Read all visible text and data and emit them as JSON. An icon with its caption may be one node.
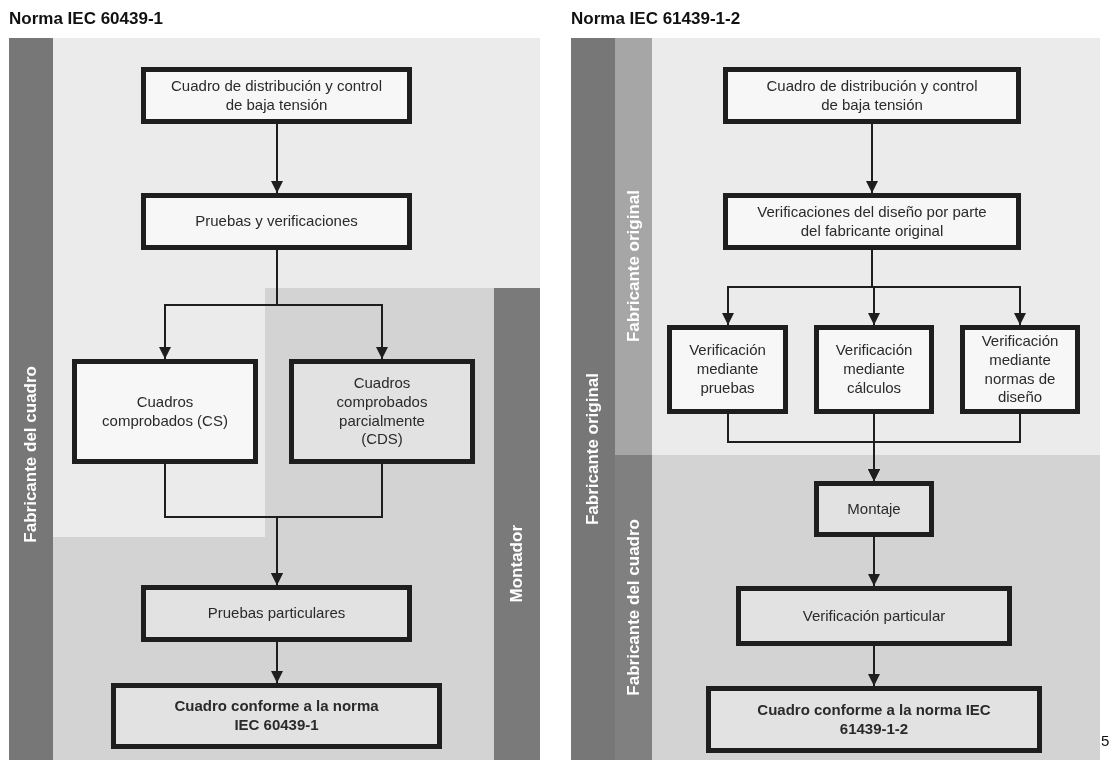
{
  "diagram": {
    "nodes": [
      {
        "text": [
          "Fabricante del cuadro"
        ]
      },
      {
        "text": [
          "Montador"
        ]
      },
      {
        "text": [
          "Cuadro de distribución y control de baja tensión"
        ]
      },
      {
        "text": [
          "Pruebas y verificaciones"
        ]
      },
      {
        "text": [
          "Cuadros comprobados (CS)"
        ]
      },
      {
        "text": [
          "Cuadros comprobados parcialmente (CDS)"
        ]
      },
      {
        "text": [
          "Pruebas particulares"
        ]
      },
      {
        "text": [
          "Cuadro conforme a la norma IEC 60439-1"
        ]
      },
      {
        "text": [
          "Fabricante original"
        ]
      },
      {
        "text": [
          "Fabricante original"
        ]
      },
      {
        "text": [
          "Fabricante del cuadro"
        ]
      },
      {
        "text": [
          "Cuadro de distribución y control de baja tensión"
        ]
      },
      {
        "text": [
          "Verificaciones del diseño por parte del fabricante original"
        ]
      },
      {
        "text": [
          "Verificación mediante pruebas"
        ]
      },
      {
        "text": [
          "Verificación mediante cálculos"
        ]
      },
      {
        "text": [
          "Verificación mediante normas de diseño"
        ]
      },
      {
        "text": [
          "Montaje"
        ]
      },
      {
        "text": [
          "Verificación particular"
        ]
      },
      {
        "text": [
          "Cuadro conforme a la norma IEC 61439-1-2"
        ]
      }
    ],
    "edges": [
      {
        "from": 2,
        "to": 3,
        "arrow": "to"
      },
      {
        "from": 3,
        "to": 4,
        "arrow": "to"
      },
      {
        "from": 3,
        "to": 5,
        "arrow": "to"
      },
      {
        "from": 4,
        "to": 6,
        "arrow": "to"
      },
      {
        "from": 5,
        "to": 6,
        "arrow": "to"
      },
      {
        "from": 6,
        "to": 7,
        "arrow": "to"
      },
      {
        "from": 11,
        "to": 12,
        "arrow": "to"
      },
      {
        "from": 12,
        "to": 13,
        "arrow": "to"
      },
      {
        "from": 12,
        "to": 14,
        "arrow": "to"
      },
      {
        "from": 12,
        "to": 15,
        "arrow": "to"
      },
      {
        "from": 13,
        "to": 16,
        "arrow": "to"
      },
      {
        "from": 14,
        "to": 16,
        "arrow": "to"
      },
      {
        "from": 15,
        "to": 16,
        "arrow": "to"
      },
      {
        "from": 16,
        "to": 17,
        "arrow": "to"
      },
      {
        "from": 17,
        "to": 18,
        "arrow": "to"
      }
    ],
    "labels": [
      "Norma IEC 60439-1",
      "Norma IEC 61439-1-2",
      "5"
    ]
  }
}
